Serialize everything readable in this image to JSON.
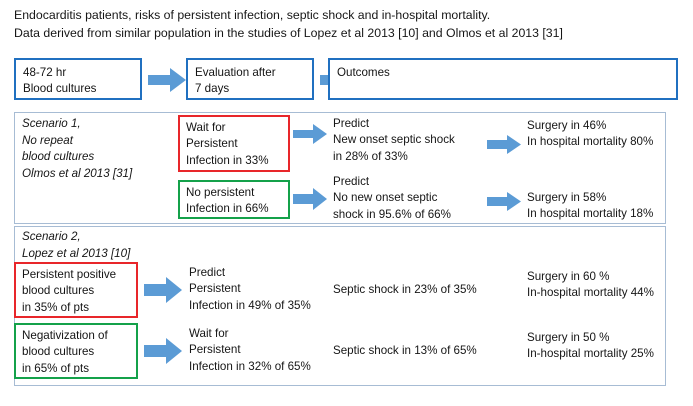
{
  "title": {
    "line1": "Endocarditis patients, risks of persistent infection, septic shock and in-hospital mortality.",
    "line2": "Data derived from similar population in the studies of Lopez et al 2013 [10] and Olmos et al 2013 [31]"
  },
  "colors": {
    "arrow_blue": "#5B9BD5",
    "flowbox_border_blue": "#2070C0",
    "panel_border": "#A7BCD4",
    "red": "#E8262A",
    "green": "#14A14A",
    "text": "#161616"
  },
  "flow": {
    "step1": {
      "line1": "48-72 hr",
      "line2": "Blood cultures"
    },
    "step2": {
      "line1": "Evaluation after",
      "line2": "7 days"
    },
    "step3": {
      "line1": "Outcomes"
    }
  },
  "scenario1": {
    "caption": {
      "line1": "Scenario 1,",
      "line2": "No repeat",
      "line3": "blood cultures",
      "line4": "Olmos  et al 2013 [31]"
    },
    "branch_a": {
      "box": {
        "line1": "Wait for",
        "line2": "Persistent",
        "line3": "Infection in 33%"
      },
      "predict": {
        "line1": "Predict",
        "line2": "New onset septic shock",
        "line3": "in 28% of 33%"
      },
      "outcome": {
        "line1": "Surgery in 46%",
        "line2": "In hospital mortality 80%"
      }
    },
    "branch_b": {
      "box": {
        "line1": "No persistent",
        "line2": "Infection in 66%"
      },
      "predict": {
        "line1": "Predict",
        "line2": "No new onset septic",
        "line3": "shock in 95.6% of 66%"
      },
      "outcome": {
        "line1": "Surgery in 58%",
        "line2": "In hospital mortality 18%"
      }
    }
  },
  "scenario2": {
    "caption": {
      "line1": "Scenario 2,",
      "line2": "Lopez et al 2013 [10]"
    },
    "branch_a": {
      "box": {
        "line1": "Persistent positive",
        "line2": "blood cultures",
        "line3": "in 35% of pts"
      },
      "predict": {
        "line1": "Predict",
        "line2": "Persistent",
        "line3": "Infection in 49% of 35%"
      },
      "shock": {
        "line1": "Septic shock in 23% of 35%"
      },
      "outcome": {
        "line1": "Surgery in 60 %",
        "line2": "In-hospital mortality 44%"
      }
    },
    "branch_b": {
      "box": {
        "line1": "Negativization of",
        "line2": "blood cultures",
        "line3": "in 65% of pts"
      },
      "predict": {
        "line1": "Wait for",
        "line2": "Persistent",
        "line3": "Infection in 32% of 65%"
      },
      "shock": {
        "line1": "Septic shock in 13% of 65%"
      },
      "outcome": {
        "line1": "Surgery in 50 %",
        "line2": "In-hospital mortality 25%"
      }
    }
  },
  "arrows": {
    "name": "right-block-arrow"
  }
}
